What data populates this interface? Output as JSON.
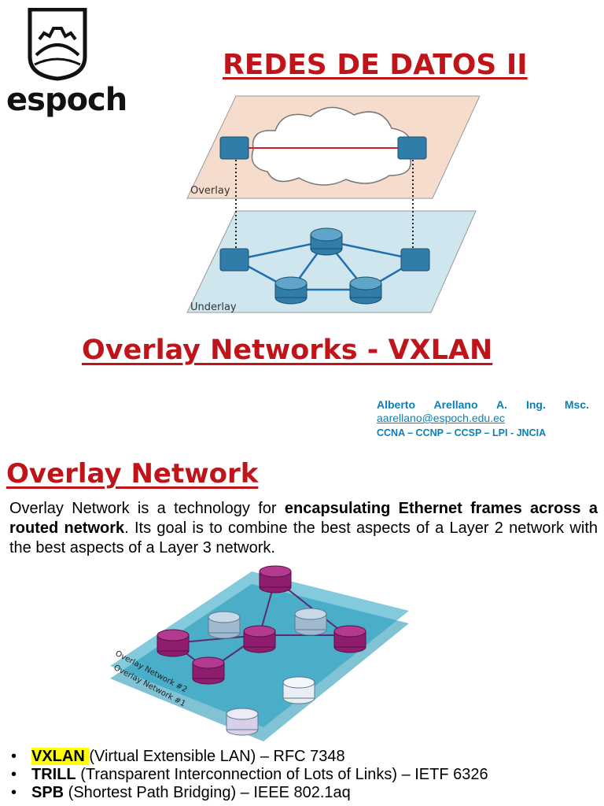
{
  "header": {
    "logo_text": "espoch",
    "title": "REDES DE DATOS II"
  },
  "figure1": {
    "overlay_label": "Overlay",
    "underlay_label": "Underlay"
  },
  "subtitle": "Overlay Networks - VXLAN",
  "author": {
    "name": "Alberto Arellano A. Ing. Msc.",
    "email": "aarellano@espoch.edu.ec",
    "certifications": "CCNA – CCNP – CCSP – LPI - JNCIA"
  },
  "section": {
    "title": "Overlay Network",
    "para_1": "Overlay Network is a technology for ",
    "para_bold_1": "encapsulating Ethernet frames across a routed network",
    "para_2": ". Its goal is to combine the best aspects of a Layer 2 network with the best aspects of a Layer 3 network."
  },
  "figure2": {
    "label_2": "Overlay Network #2",
    "label_1": "Overlay Network #1"
  },
  "bullets": [
    {
      "term": "VXLAN ",
      "rest": "(Virtual Extensible LAN) – RFC 7348"
    },
    {
      "term": "TRILL",
      "rest": " (Transparent Interconnection of Lots of Links) – IETF 6326"
    },
    {
      "term": "SPB",
      "rest": " (Shortest Path Bridging) – IEEE 802.1aq"
    }
  ],
  "colors": {
    "title_red": "#c0141b",
    "author_blue": "#0b7fb8",
    "highlight": "#ffff00"
  }
}
